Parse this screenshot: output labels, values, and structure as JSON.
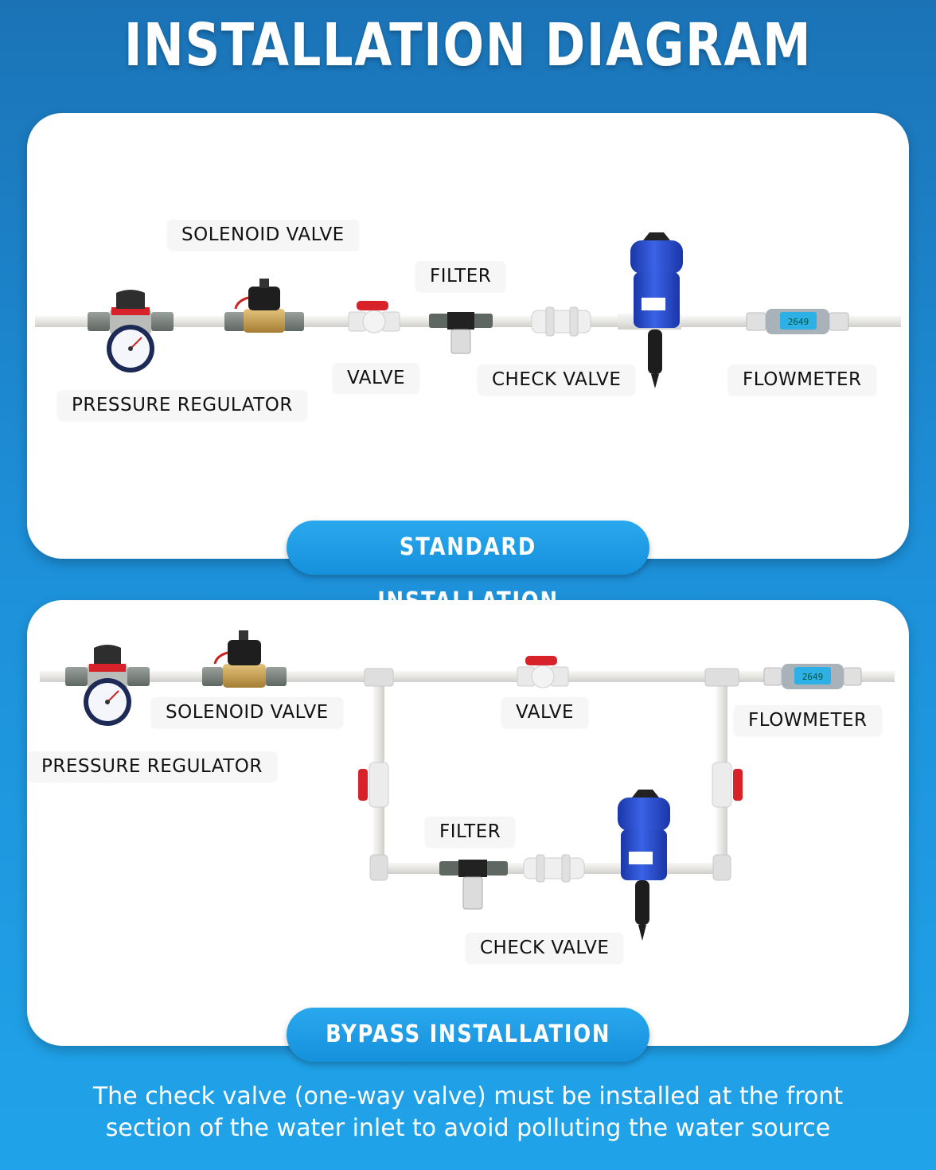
{
  "title": "INSTALLATION DIAGRAM",
  "standard": {
    "badge": "STANDARD INSTALLATION",
    "labels": {
      "solenoid_valve": "SOLENOID VALVE",
      "filter": "FILTER",
      "valve": "VALVE",
      "check_valve": "CHECK VALVE",
      "flowmeter": "FLOWMETER",
      "pressure_regulator": "PRESSURE REGULATOR"
    },
    "flowmeter_reading": "2649"
  },
  "bypass": {
    "badge": "BYPASS INSTALLATION",
    "labels": {
      "solenoid_valve": "SOLENOID VALVE",
      "valve": "VALVE",
      "flowmeter": "FLOWMETER",
      "pressure_regulator": "PRESSURE REGULATOR",
      "filter": "FILTER",
      "check_valve": "CHECK VALVE"
    },
    "flowmeter_reading": "2649"
  },
  "footer": {
    "line1": "The check valve (one-way valve) must be installed at the front",
    "line2": "section of the water inlet to avoid polluting the water source"
  },
  "colors": {
    "pipe": "#ecebe8",
    "pump_blue": "#2346c9",
    "valve_red": "#d8222a",
    "brass": "#c9a356",
    "accent": "#1b8fd8"
  }
}
